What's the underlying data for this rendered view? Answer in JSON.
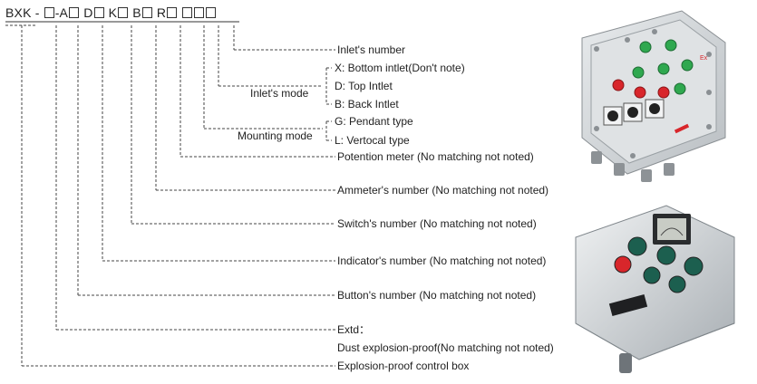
{
  "model_code": {
    "prefix": "BXK",
    "sep1": "-",
    "sep2": "-A",
    "letters": [
      "D",
      "K",
      "B",
      "R"
    ]
  },
  "labels": {
    "inlet_number": "Inlet's number",
    "inlet_mode": "Inlet's mode",
    "inlet_x": "X: Bottom intlet(Don't note)",
    "inlet_d": "D: Top Intlet",
    "inlet_b": "B: Back Intlet",
    "mounting_mode": "Mounting mode",
    "mount_g": "G: Pendant type",
    "mount_l": "L: Vertocal type",
    "potentiometer": "Potention meter (No matching not noted)",
    "ammeter": "Ammeter's number (No matching not noted)",
    "switch": "Switch's number (No matching not noted)",
    "indicator": "Indicator's number (No matching not noted)",
    "button": "Button's number (No matching not noted)",
    "extd": "Extd：",
    "dust": "Dust explosion-proof(No matching not noted)",
    "box": "Explosion-proof control box"
  },
  "photos": {
    "top_box_mark": "Ex",
    "top_box_icon": "cast-aluminium-control-box",
    "bottom_box_icon": "stainless-steel-control-box"
  },
  "colors": {
    "line": "#444444",
    "button_green": "#2fa84f",
    "button_red": "#d8262b",
    "steel": "#c9ced2"
  }
}
